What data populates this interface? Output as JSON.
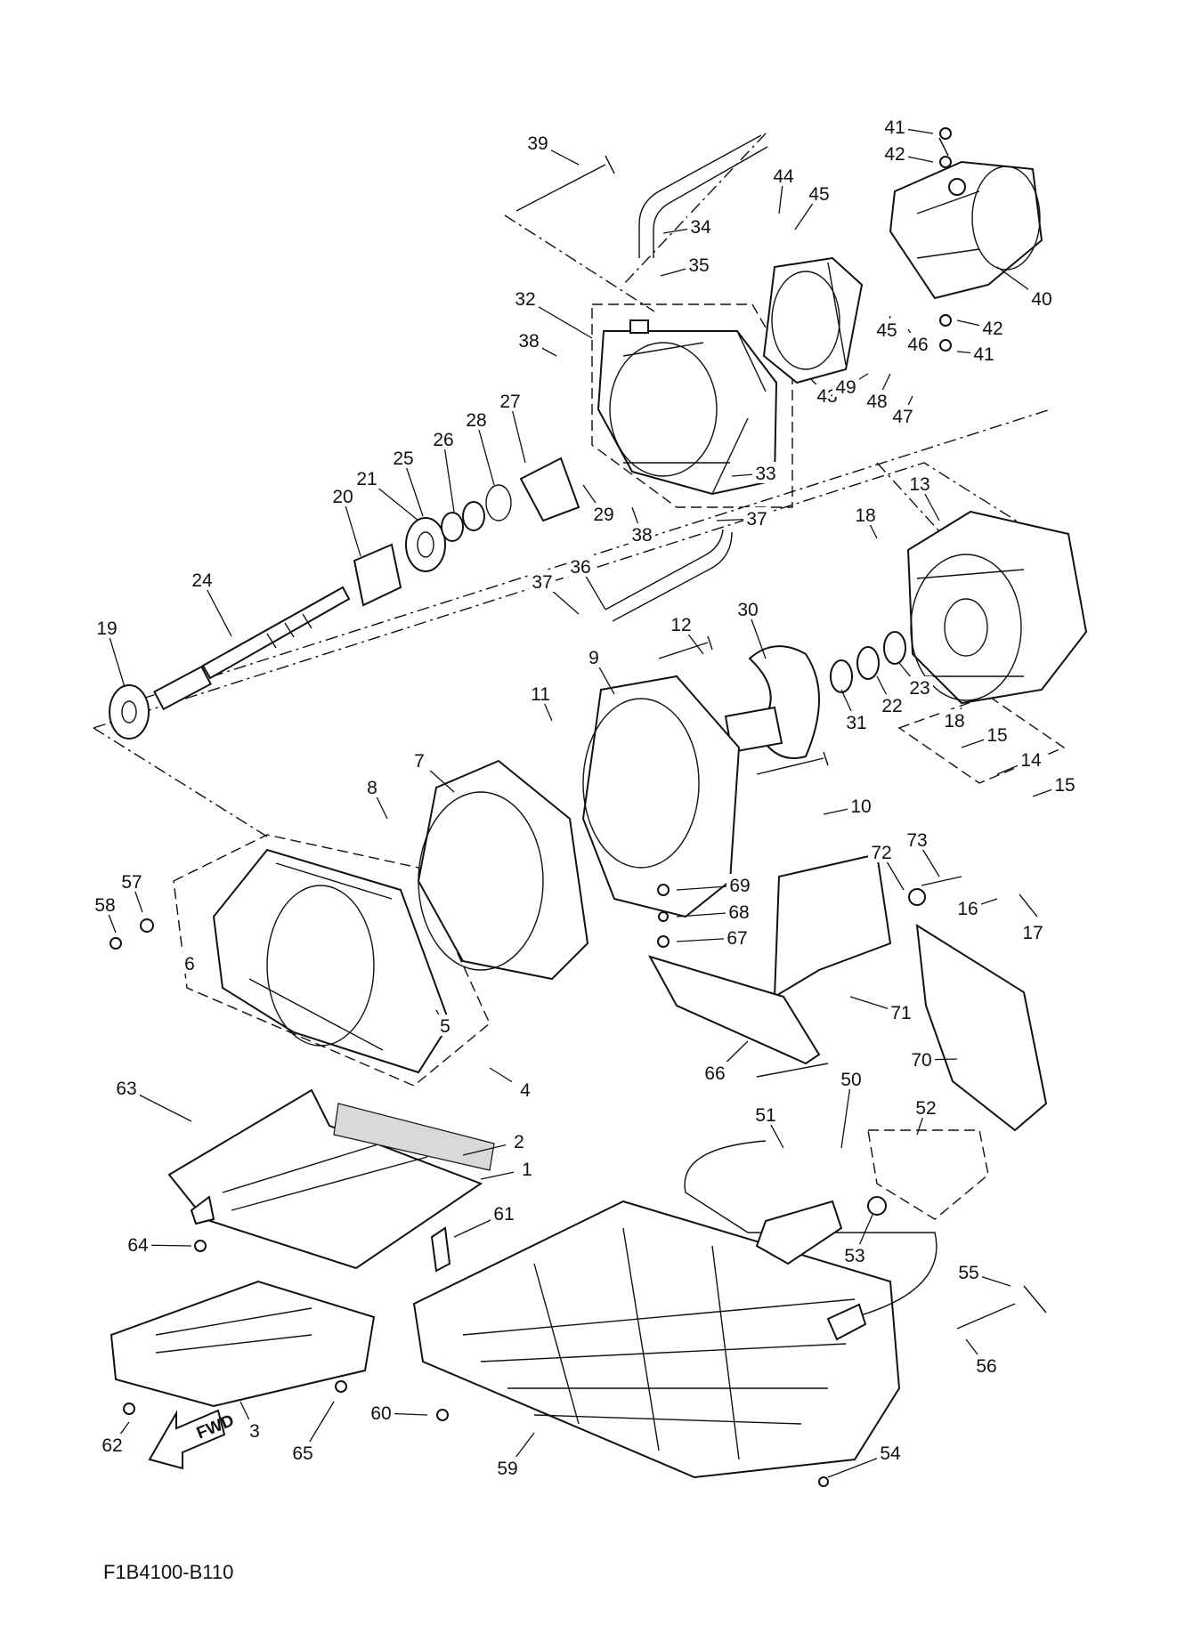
{
  "diagram": {
    "drawing_code": "F1B4100-B110",
    "direction_label": "FWD",
    "callouts": [
      "1",
      "2",
      "3",
      "4",
      "5",
      "6",
      "7",
      "8",
      "9",
      "10",
      "11",
      "12",
      "13",
      "14",
      "15",
      "15",
      "16",
      "17",
      "18",
      "18",
      "19",
      "20",
      "21",
      "22",
      "23",
      "24",
      "25",
      "26",
      "27",
      "28",
      "29",
      "30",
      "31",
      "32",
      "33",
      "34",
      "35",
      "36",
      "37",
      "37",
      "38",
      "38",
      "39",
      "40",
      "41",
      "41",
      "42",
      "42",
      "43",
      "44",
      "45",
      "45",
      "46",
      "47",
      "48",
      "49",
      "50",
      "51",
      "52",
      "53",
      "54",
      "55",
      "56",
      "57",
      "58",
      "59",
      "60",
      "61",
      "62",
      "63",
      "64",
      "65",
      "66",
      "67",
      "68",
      "69",
      "70",
      "71",
      "72",
      "73"
    ]
  }
}
